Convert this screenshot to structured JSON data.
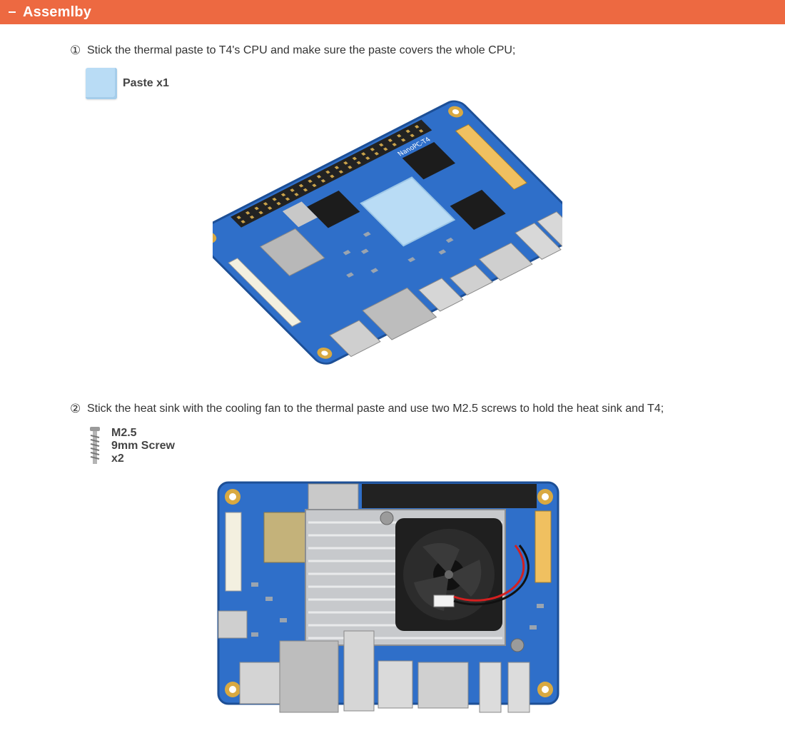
{
  "section": {
    "title": "Assemlby"
  },
  "steps": [
    {
      "number": "①",
      "text": "Stick the thermal paste to T4's CPU and make sure the paste covers the whole CPU;",
      "part": {
        "label": "Paste x1"
      },
      "board_label": "NanoPC-T4"
    },
    {
      "number": "②",
      "text": "Stick the heat sink with the cooling fan to the thermal paste and use two M2.5 screws to hold the heat sink and T4;",
      "part": {
        "label_lines": [
          "M2.5",
          "9mm Screw",
          "x2"
        ]
      }
    }
  ],
  "colors": {
    "header": "#ed6941",
    "pcb": "#2f6fc9",
    "paste": "#b9dcf5"
  }
}
